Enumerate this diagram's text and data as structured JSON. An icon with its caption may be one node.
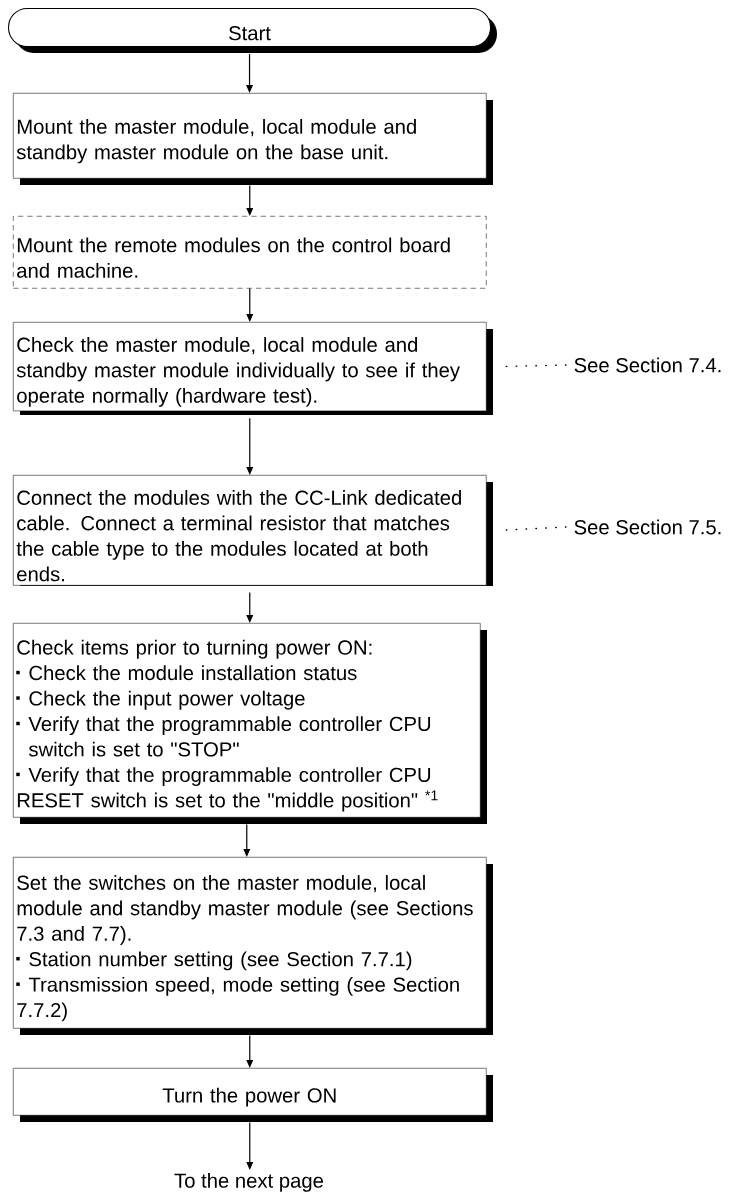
{
  "diagram": {
    "nodes": [
      {
        "text": [
          "Start"
        ]
      },
      {
        "text": [
          "Mount the master module, local module and standby master module on the base unit."
        ]
      },
      {
        "text": [
          "Mount the remote modules on the control board and machine."
        ]
      },
      {
        "text": [
          "Check the master module, local module and standby master module individually to see if they operate normally (hardware test)."
        ]
      },
      {
        "text": [
          "Connect the modules with the CC-Link dedicated cable. Connect a terminal resistor that matches the cable type to the modules located at both ends."
        ]
      },
      {
        "text": [
          "Check items prior to turning power ON:",
          "Check the module installation status",
          "Check the input power voltage",
          "Verify that the programmable controller CPU switch is set to \"STOP\"",
          "Verify that the programmable controller CPU RESET switch is set to the \"middle position\" $^{*1}$"
        ]
      },
      {
        "text": [
          "Set the switches on the master module, local module and standby master module (see Sections 7.3 and 7.7).",
          "Station number setting (see Section 7.7.1)",
          "Transmission speed, mode setting (see Section 7.7.2)"
        ]
      },
      {
        "text": [
          "Turn the power ON"
        ]
      },
      {
        "text": [
          "To the next page"
        ]
      },
      {
        "text": [
          "See Section 7.4."
        ]
      },
      {
        "text": [
          "See Section 7.5."
        ]
      }
    ],
    "edges": [
      {
        "from": 0,
        "to": 1,
        "arrow": "to"
      },
      {
        "from": 1,
        "to": 2,
        "arrow": "to"
      },
      {
        "from": 2,
        "to": 3,
        "arrow": "to"
      },
      {
        "from": 3,
        "to": 4,
        "arrow": "to"
      },
      {
        "from": 4,
        "to": 5,
        "arrow": "to"
      },
      {
        "from": 5,
        "to": 6,
        "arrow": "to"
      },
      {
        "from": 6,
        "to": 7,
        "arrow": "to"
      },
      {
        "from": 7,
        "to": 8,
        "arrow": "to"
      },
      {
        "from": 9,
        "to": 3,
        "arrow": "none",
        "style": "dashed"
      },
      {
        "from": 10,
        "to": 4,
        "arrow": "none",
        "style": "dashed"
      }
    ]
  }
}
